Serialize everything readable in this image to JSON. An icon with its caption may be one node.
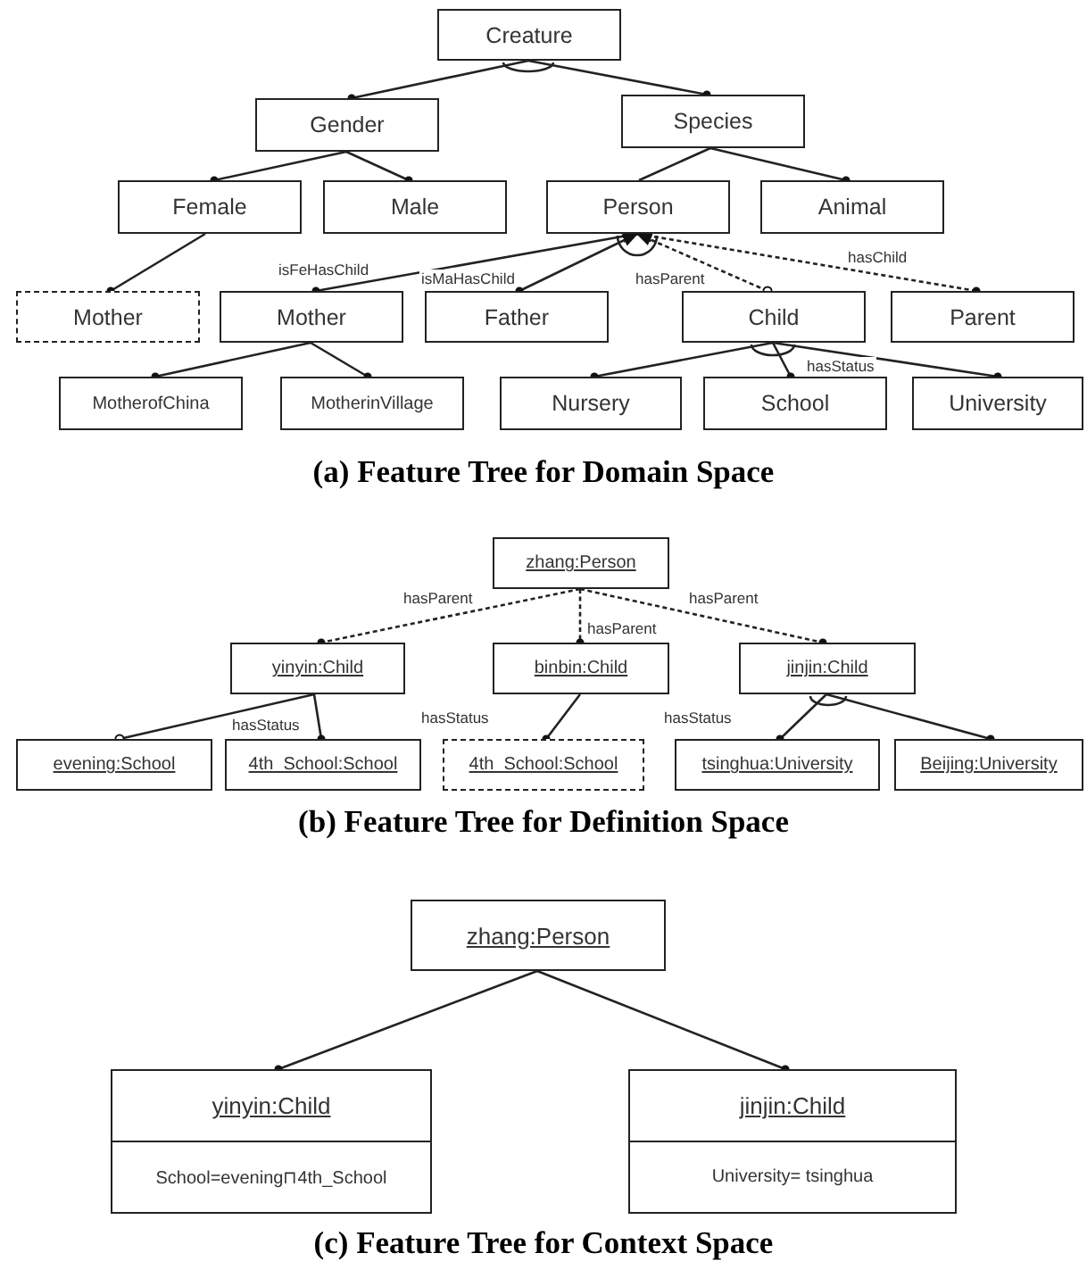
{
  "diagram": {
    "nodes": [
      {
        "text": [
          "Creature"
        ]
      },
      {
        "text": [
          "Gender"
        ]
      },
      {
        "text": [
          "Species"
        ]
      },
      {
        "text": [
          "Female"
        ]
      },
      {
        "text": [
          "Male"
        ]
      },
      {
        "text": [
          "Person"
        ]
      },
      {
        "text": [
          "Animal"
        ]
      },
      {
        "text": [
          "Mother"
        ]
      },
      {
        "text": [
          "Mother"
        ]
      },
      {
        "text": [
          "Father"
        ]
      },
      {
        "text": [
          "Child"
        ]
      },
      {
        "text": [
          "Parent"
        ]
      },
      {
        "text": [
          "MotherofChina"
        ]
      },
      {
        "text": [
          "MotherinVillage"
        ]
      },
      {
        "text": [
          "Nursery"
        ]
      },
      {
        "text": [
          "School"
        ]
      },
      {
        "text": [
          "University"
        ]
      },
      {
        "text": [
          "zhang:Person"
        ]
      },
      {
        "text": [
          "yinyin:Child"
        ]
      },
      {
        "text": [
          "binbin:Child"
        ]
      },
      {
        "text": [
          "jinjin:Child"
        ]
      },
      {
        "text": [
          "evening:School"
        ]
      },
      {
        "text": [
          "4th_School:School"
        ]
      },
      {
        "text": [
          "4th_School:School"
        ]
      },
      {
        "text": [
          "tsinghua:University"
        ]
      },
      {
        "text": [
          "Beijing:University"
        ]
      },
      {
        "text": [
          "zhang:Person"
        ]
      },
      {
        "text": [
          "yinyin:Child",
          "School=evening⊓4th_School"
        ]
      },
      {
        "text": [
          "jinjin:Child",
          "University= tsinghua"
        ]
      }
    ],
    "edges": [
      {
        "from": 0,
        "to": 1,
        "arrow": "other"
      },
      {
        "from": 0,
        "to": 2,
        "arrow": "other"
      },
      {
        "from": 1,
        "to": 3,
        "arrow": "other"
      },
      {
        "from": 1,
        "to": 4,
        "arrow": "other"
      },
      {
        "from": 2,
        "to": 5,
        "arrow": "none"
      },
      {
        "from": 2,
        "to": 6,
        "arrow": "other"
      },
      {
        "from": 3,
        "to": 7,
        "arrow": "other"
      },
      {
        "from": 8,
        "to": 5,
        "arrow": "to",
        "label": "isFeHasChild"
      },
      {
        "from": 9,
        "to": 5,
        "arrow": "to",
        "label": "isMaHasChild"
      },
      {
        "from": 10,
        "to": 5,
        "arrow": "to",
        "label": "hasParent",
        "style": "dashed"
      },
      {
        "from": 11,
        "to": 5,
        "arrow": "to",
        "label": "hasChild",
        "style": "dashed"
      },
      {
        "from": 8,
        "to": 12,
        "arrow": "other"
      },
      {
        "from": 8,
        "to": 13,
        "arrow": "other"
      },
      {
        "from": 10,
        "to": 14,
        "arrow": "other"
      },
      {
        "from": 10,
        "to": 15,
        "arrow": "other",
        "label": "hasStatus"
      },
      {
        "from": 10,
        "to": 16,
        "arrow": "other"
      },
      {
        "from": 17,
        "to": 18,
        "arrow": "other",
        "label": "hasParent",
        "style": "dashed"
      },
      {
        "from": 17,
        "to": 19,
        "arrow": "other",
        "label": "hasParent",
        "style": "dashed"
      },
      {
        "from": 17,
        "to": 20,
        "arrow": "other",
        "label": "hasParent",
        "style": "dashed"
      },
      {
        "from": 18,
        "to": 21,
        "arrow": "other"
      },
      {
        "from": 18,
        "to": 22,
        "arrow": "other",
        "label": "hasStatus"
      },
      {
        "from": 19,
        "to": 23,
        "arrow": "other",
        "label": "hasStatus"
      },
      {
        "from": 20,
        "to": 24,
        "arrow": "other",
        "label": "hasStatus"
      },
      {
        "from": 20,
        "to": 25,
        "arrow": "other"
      },
      {
        "from": 26,
        "to": 27,
        "arrow": "other"
      },
      {
        "from": 26,
        "to": 28,
        "arrow": "other"
      }
    ],
    "labels": [
      "(a) Feature Tree for Domain Space",
      "(b) Feature Tree for Definition Space",
      "(c) Feature Tree for Context Space"
    ]
  }
}
